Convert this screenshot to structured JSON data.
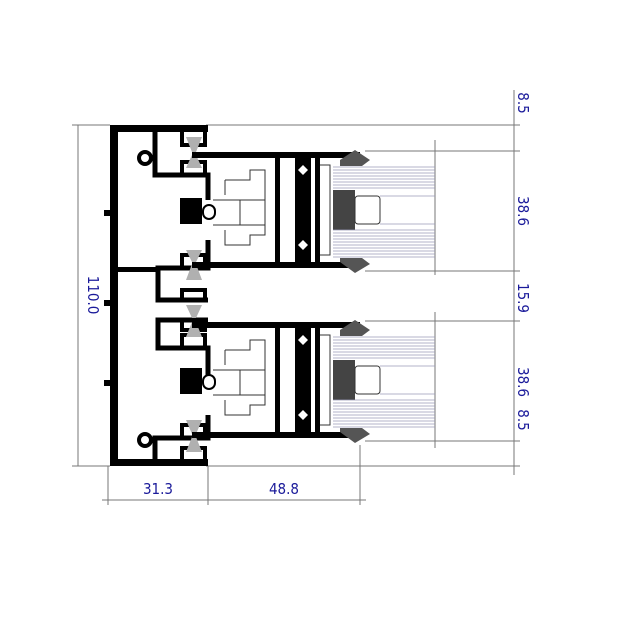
{
  "dimensions": {
    "overall_height": "110.0",
    "frame_width": "31.3",
    "sash_width": "48.8",
    "right": [
      "8.5",
      "38.6",
      "15.9",
      "38.6",
      "8.5"
    ]
  },
  "colors": {
    "dimension_text": "#1a1a9a",
    "profile": "#000000",
    "gasket": "#555555",
    "thermal_break": "#b0b0b0",
    "glass_lines": "#9a9ab8"
  }
}
